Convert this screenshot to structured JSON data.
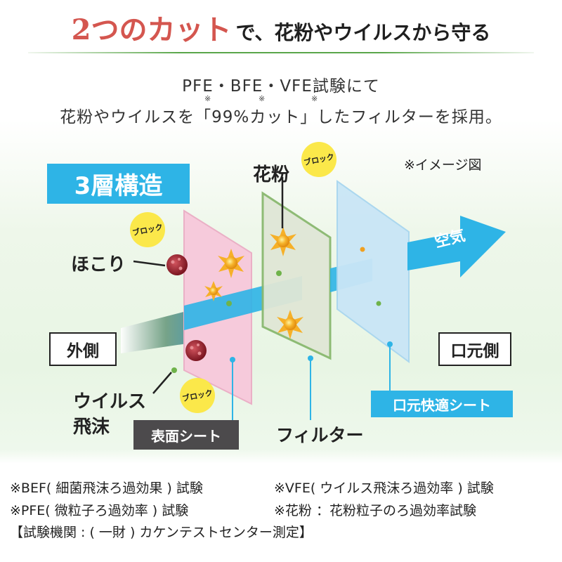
{
  "title": {
    "highlight": "2つのカット",
    "rest": "で、花粉やウイルスから守る"
  },
  "subtitle": {
    "line1": "PFE・BFE・VFE試験にて",
    "line2": "花粉やウイルスを「99%カット」したフィルターを採用。",
    "marks": [
      "※",
      "※",
      "※"
    ]
  },
  "diagram": {
    "image_note": "※イメージ図",
    "structure_label": "3層構造",
    "dust_label": "ほこり",
    "pollen_label": "花粉",
    "virus_label_1": "ウイルス",
    "virus_label_2": "飛沫",
    "block_label": "ブロック",
    "outside_label": "外側",
    "mouth_side_label": "口元側",
    "air_label": "空気",
    "surface_sheet_label": "表面シート",
    "filter_label": "フィルター",
    "comfort_sheet_label": "口元快適シート"
  },
  "footnotes": {
    "bef": "※BEF( 細菌飛沫ろ過効果 ) 試験",
    "vfe": "※VFE( ウイルス飛沫ろ過効率 ) 試験",
    "pfe": "※PFE( 微粒子ろ過効率 ) 試験",
    "pollen": "※花粉 ：花粉粒子のろ過効率試験",
    "agency": "【試験機関 : ( 一財 ) カケンテストセンター測定】"
  },
  "colors": {
    "title_red": "#d4564f",
    "accent_blue": "#2eb4e6",
    "dark_tag": "#4c4a4c",
    "layer_pink": "#f4c6d6",
    "layer_green": "#dfe8d8",
    "layer_blue": "#c5e4f5",
    "dust_red": "#9a1f2a",
    "pollen_orange": "#f0a020",
    "block_yellow": "#fbe84a"
  }
}
